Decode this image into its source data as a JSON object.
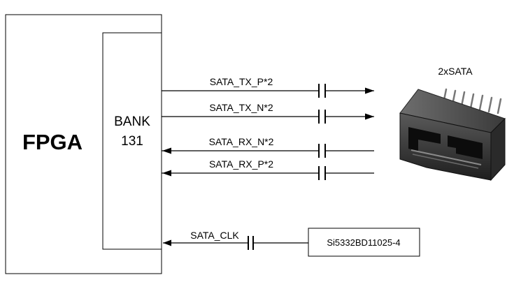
{
  "fpga": {
    "label": "FPGA"
  },
  "bank": {
    "line1": "BANK",
    "line2": "131"
  },
  "connector": {
    "label": "2xSATA"
  },
  "signals": [
    {
      "label": "SATA_TX_P*2",
      "direction": "out"
    },
    {
      "label": "SATA_TX_N*2",
      "direction": "out"
    },
    {
      "label": "SATA_RX_N*2",
      "direction": "in"
    },
    {
      "label": "SATA_RX_P*2",
      "direction": "in"
    }
  ],
  "clock": {
    "label": "SATA_CLK",
    "source": "Si5332BD11025-4",
    "direction": "in"
  }
}
